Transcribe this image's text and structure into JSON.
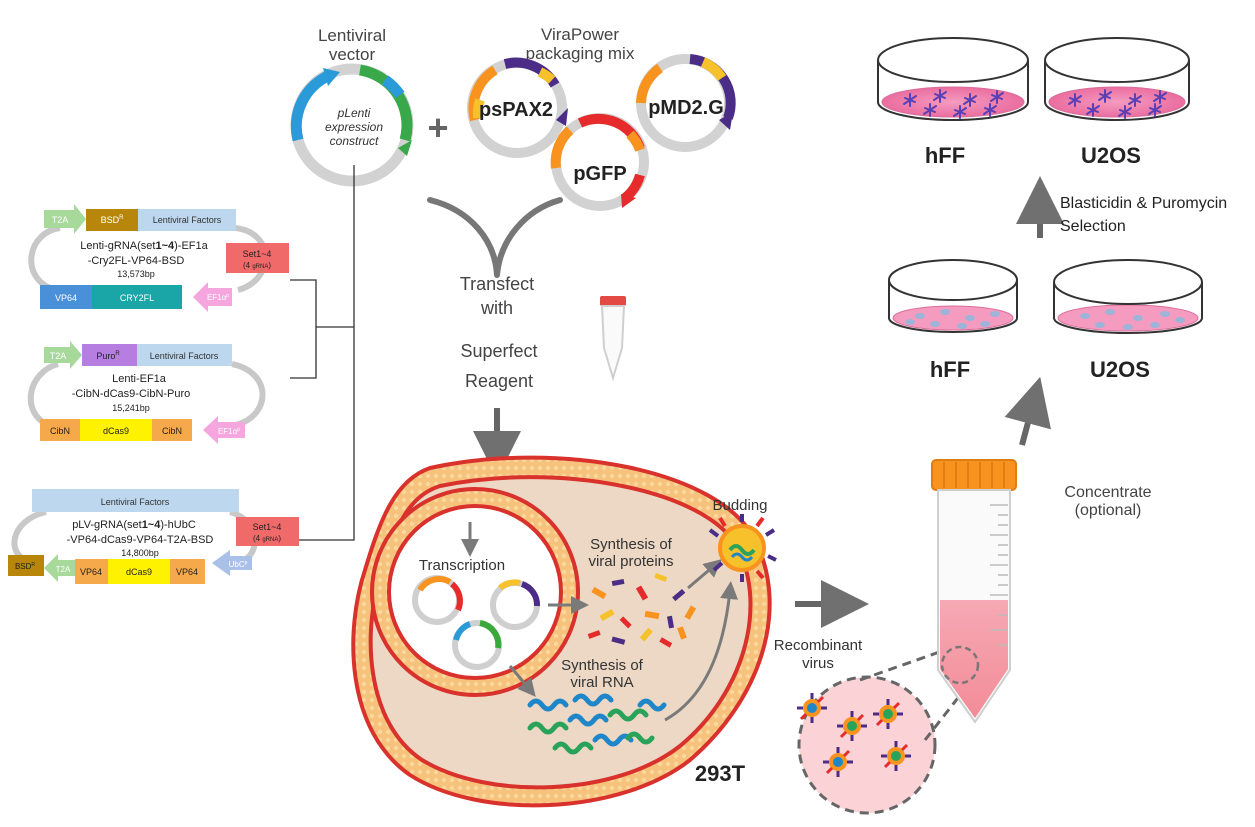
{
  "lentiviral_vector": {
    "title_line1": "Lentiviral",
    "title_line2": "vector",
    "plasmid_line1": "pLenti",
    "plasmid_line2": "expression",
    "plasmid_line3": "construct"
  },
  "packaging": {
    "title_line1": "ViraPower",
    "title_line2": "packaging mix",
    "plasmids": [
      "psPAX2",
      "pMD2.G",
      "pGFP"
    ],
    "plus": "+"
  },
  "transfect": {
    "line1": "Transfect",
    "line2": "with",
    "line3": "Superfect",
    "line4": "Reagent"
  },
  "constructs": [
    {
      "top_t2a": "T2A",
      "top_marker": "BSD",
      "top_marker_sup": "R",
      "top_factors": "Lentiviral Factors",
      "name_line1a": "Lenti-gRNA(set",
      "name_line1b": "1~4",
      "name_line1c": ")-EF1a",
      "name_line2": "-Cry2FL-VP64-BSD",
      "size": "13,573bp",
      "set_label": "Set1~4",
      "set_sub_a": "(4 ",
      "set_sub_b": "gRNA",
      "set_sub_c": ")",
      "bottom": [
        "VP64",
        "CRY2FL"
      ],
      "promoter": "EF1α",
      "promoter_sup": "p"
    },
    {
      "top_t2a": "T2A",
      "top_marker": "Puro",
      "top_marker_sup": "R",
      "top_factors": "Lentiviral Factors",
      "name_line1": "Lenti-EF1a",
      "name_line2": "-CibN-dCas9-CibN-Puro",
      "size": "15,241bp",
      "bottom": [
        "CibN",
        "dCas9",
        "CibN"
      ],
      "promoter": "EF1α",
      "promoter_sup": "p"
    },
    {
      "top_factors": "Lentiviral Factors",
      "name_line1a": "pLV-gRNA(set",
      "name_line1b": "1~4",
      "name_line1c": ")-hUbC",
      "name_line2": "-VP64-dCas9-VP64-T2A-BSD",
      "size": "14,800bp",
      "set_label": "Set1~4",
      "set_sub_a": "(4 ",
      "set_sub_b": "gRNA",
      "set_sub_c": ")",
      "bottom": [
        "VP64",
        "dCas9",
        "VP64"
      ],
      "t2a": "T2A",
      "marker": "BSD",
      "marker_sup": "R",
      "promoter": "UbC",
      "promoter_sup": "p"
    }
  ],
  "cell": {
    "transcription": "Transcription",
    "synth_proteins_line1": "Synthesis of",
    "synth_proteins_line2": "viral proteins",
    "synth_rna_line1": "Synthesis of",
    "synth_rna_line2": "viral RNA",
    "budding": "Budding",
    "cell_line": "293T"
  },
  "virus": {
    "recombinant_line1": "Recombinant",
    "recombinant_line2": "virus",
    "concentrate_line1": "Concentrate",
    "concentrate_line2": "(optional)"
  },
  "dishes": {
    "top_left": "hFF",
    "top_right": "U2OS",
    "bottom_left": "hFF",
    "bottom_right": "U2OS",
    "selection_line1": "Blasticidin & Puromycin",
    "selection_line2": "Selection"
  },
  "colors": {
    "membrane_red": "#d9312b",
    "membrane_yellow": "#f3b66a",
    "cytoplasm": "#ecd8c4",
    "dish_pink": "#f07aa8",
    "arrow_gray": "#707070",
    "blue_arrow": "#2a9bd8",
    "green_arrow": "#3aa83a"
  }
}
